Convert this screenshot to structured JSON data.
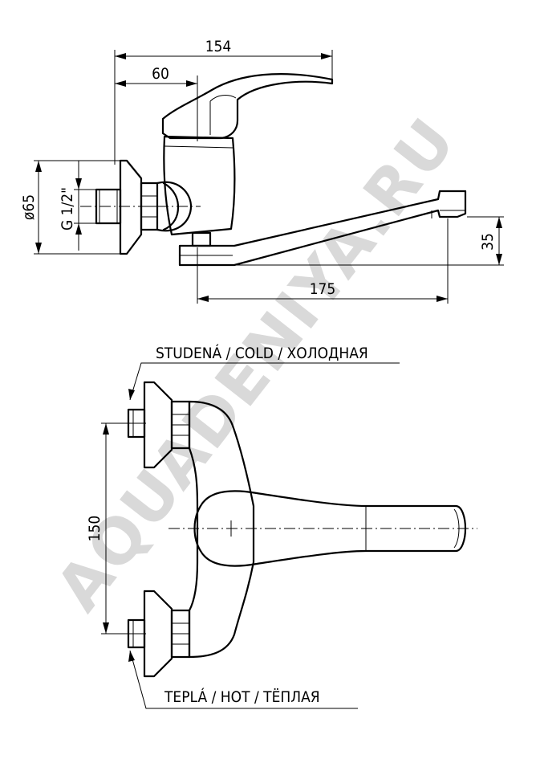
{
  "dimensions": {
    "overall_length": "154",
    "lever_offset": "60",
    "flange_diameter": "ø65",
    "thread": "G 1/2\"",
    "spout_height": "35",
    "spout_reach": "175",
    "inlet_spacing": "150"
  },
  "labels": {
    "cold": "STUDENÁ / COLD / ХОЛОДНАЯ",
    "hot": "TEPLÁ / HOT / TЁПЛАЯ"
  },
  "watermark": "AQUADENIYA.RU",
  "colors": {
    "line": "#000000",
    "watermark": "#d9d9d9",
    "background": "#ffffff"
  }
}
